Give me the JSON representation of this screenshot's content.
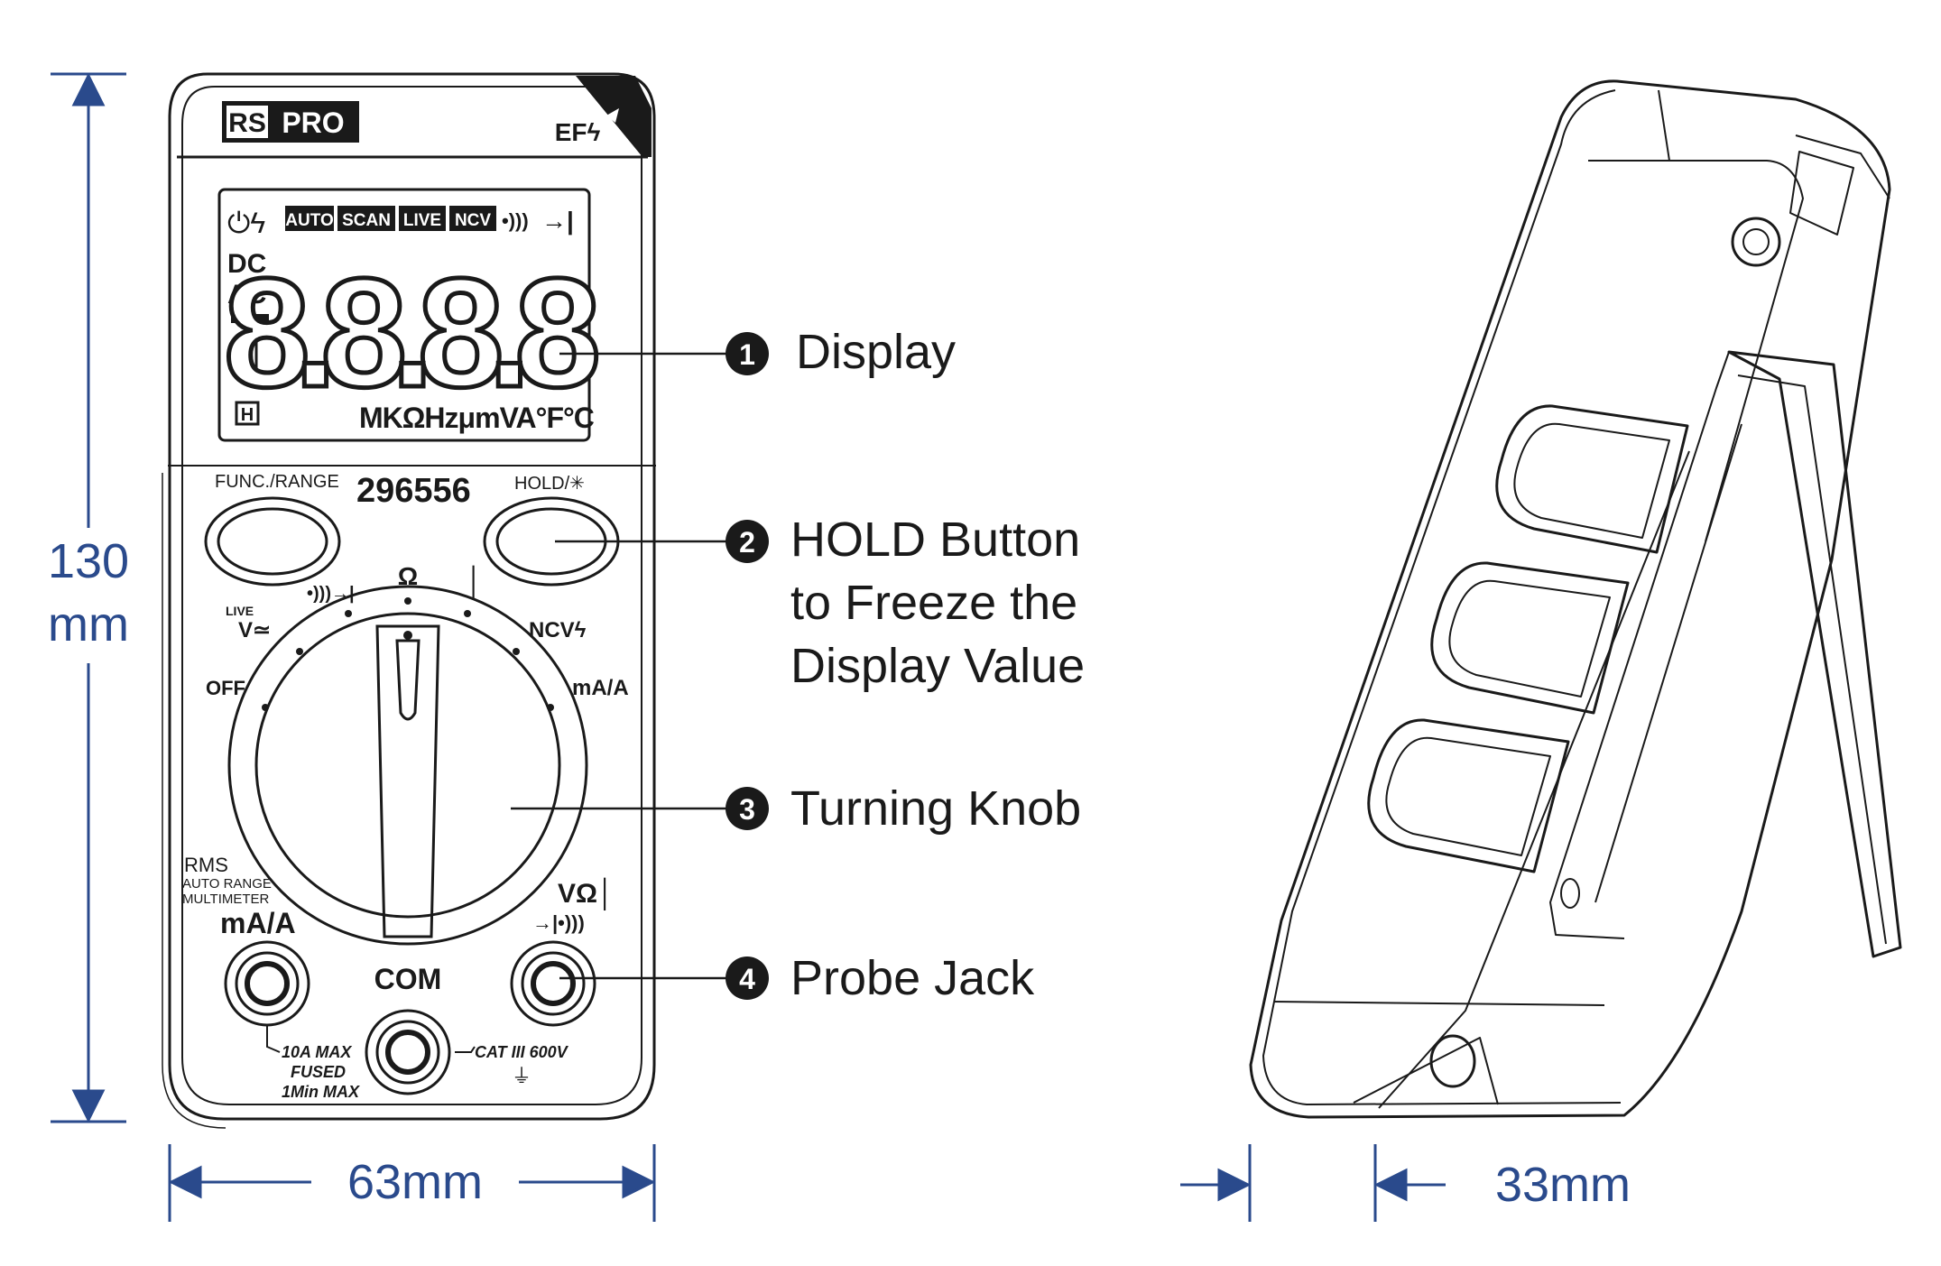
{
  "colors": {
    "dimension": "#2a4a8c",
    "line": "#1a1a1a",
    "callout": "#1a1a1a"
  },
  "dimensions": {
    "height_value": "130",
    "height_unit": "mm",
    "width": "63mm",
    "depth": "33mm"
  },
  "device": {
    "brand_rs": "RS",
    "brand_pro": "PRO",
    "ef_label": "EFϟ",
    "model": "296556",
    "lcd": {
      "digits": "8.8.8.8",
      "tags": [
        "AUTO",
        "SCAN",
        "LIVE",
        "NCV"
      ],
      "power_icon": "⏻ϟ",
      "sound_icon": "•)))",
      "diode_icon": "→|",
      "dc": "DC",
      "ac": "AC",
      "minus": "−",
      "hold": "H",
      "units": "MKΩHzμmVA°F°C"
    },
    "buttons": {
      "func": "FUNC./RANGE",
      "hold": "HOLD/✳"
    },
    "dial": {
      "off": "OFF",
      "live": "LIVE",
      "v": "V≃",
      "diode": "•)))→|",
      "ohm": "Ω",
      "temp": "│",
      "ncv": "NCVϟ",
      "ma": "mA/A"
    },
    "side_text": {
      "rms": "RMS",
      "auto": "AUTO RANGE",
      "multi": "MULTIMETER"
    },
    "jacks": {
      "left_label": "mA/A",
      "com": "COM",
      "right_label": "VΩ│",
      "right_sub": "→|•)))",
      "fuse1": "10A MAX",
      "fuse2": "FUSED",
      "fuse3": "1Min MAX",
      "cat": "CAT III 600V",
      "ground": "⏚"
    }
  },
  "callouts": [
    {
      "num": "1",
      "lines": [
        "Display"
      ]
    },
    {
      "num": "2",
      "lines": [
        "HOLD Button",
        "to Freeze the",
        "Display Value"
      ]
    },
    {
      "num": "3",
      "lines": [
        "Turning Knob"
      ]
    },
    {
      "num": "4",
      "lines": [
        "Probe Jack"
      ]
    }
  ]
}
